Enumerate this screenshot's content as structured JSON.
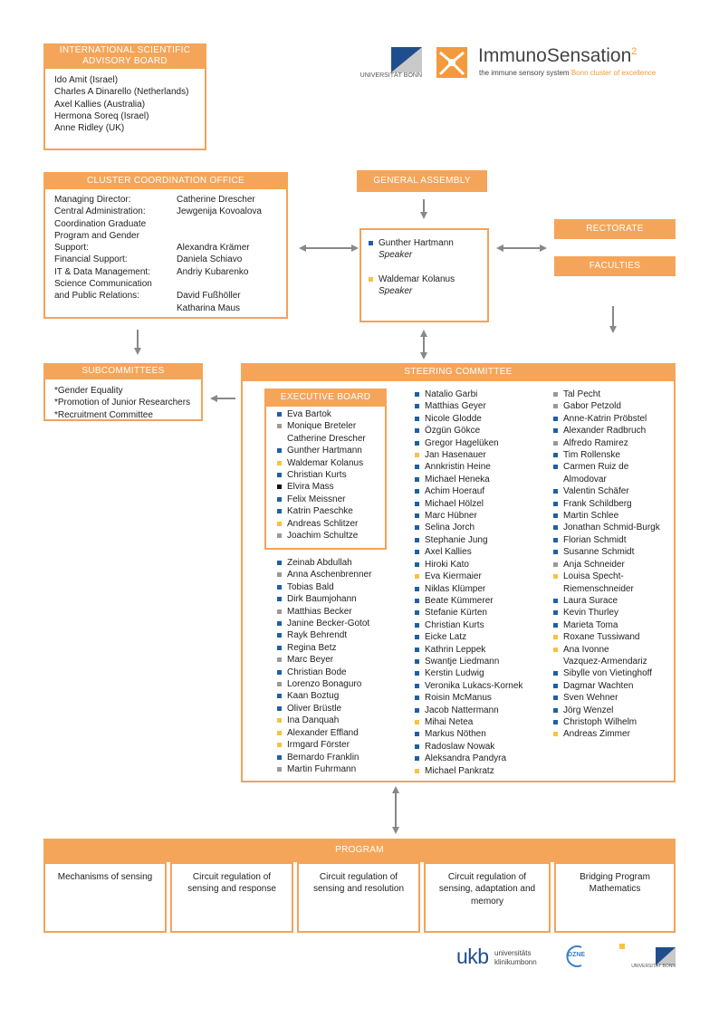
{
  "advisory_board": {
    "title": "INTERNATIONAL SCIENTIFIC ADVISORY BOARD",
    "members": [
      "Ido Amit (Israel)",
      "Charles A Dinarello (Netherlands)",
      "Axel Kallies (Australia)",
      "Hermona Soreq (Israel)",
      "Anne Ridley (UK)"
    ]
  },
  "logos": {
    "uni_bonn": "UNIVERSITÄT BONN",
    "immuno_name": "ImmunoSensation",
    "immuno_sup": "2",
    "immuno_sub1": "the immune sensory system",
    "immuno_sub2": "Bonn cluster of excellence",
    "ukb_big": "ukb",
    "ukb_small1": "universitäts",
    "ukb_small2": "klinikumbonn",
    "dzne": "DZNE",
    "uni_bonn_footer": "UNIVERSITÄT BONN"
  },
  "coordination_office": {
    "title": "CLUSTER COORDINATION OFFICE",
    "rows": [
      {
        "role": "Managing Director:",
        "name": "Catherine Drescher"
      },
      {
        "role": "Central Administration:",
        "name": "Jewgenija Kovoalova"
      },
      {
        "role": "Coordination Graduate",
        "name": ""
      },
      {
        "role": "Program and Gender",
        "name": ""
      },
      {
        "role": "Support:",
        "name": "Alexandra Krämer"
      },
      {
        "role": "Financial Support:",
        "name": "Daniela Schiavo"
      },
      {
        "role": "IT & Data Management:",
        "name": "Andriy Kubarenko"
      },
      {
        "role": "Science Communication",
        "name": ""
      },
      {
        "role": "and Public Relations:",
        "name": "David Fußhöller"
      },
      {
        "role": "",
        "name": "Katharina Maus"
      }
    ]
  },
  "general_assembly": {
    "title": "GENERAL ASSEMBLY",
    "speakers": [
      {
        "name": "Gunther Hartmann",
        "role": "Speaker",
        "color": "#1f5fa6"
      },
      {
        "name": "Waldemar Kolanus",
        "role": "Speaker",
        "color": "#f6c342"
      }
    ]
  },
  "rectorate": "RECTORATE",
  "faculties": "FACULTIES",
  "subcommittees": {
    "title": "SUBCOMMITTEES",
    "items": [
      "*Gender Equality",
      "*Promotion of Junior Researchers",
      "*Recruitment Committee"
    ]
  },
  "steering": {
    "title": "STEERING COMMITTEE",
    "executive_title": "EXECUTIVE BOARD",
    "colors": {
      "b": "#1f5fa6",
      "g": "#9a9a9a",
      "y": "#f6c342",
      "k": "#111111"
    },
    "executive": [
      {
        "n": "Eva Bartok",
        "c": "b"
      },
      {
        "n": "Monique Breteler",
        "c": "g"
      },
      {
        "n": "Catherine Drescher",
        "c": ""
      },
      {
        "n": "Gunther Hartmann",
        "c": "b"
      },
      {
        "n": "Waldemar Kolanus",
        "c": "y"
      },
      {
        "n": "Christian Kurts",
        "c": "b"
      },
      {
        "n": "Elvira Mass",
        "c": "k"
      },
      {
        "n": "Felix Meissner",
        "c": "b"
      },
      {
        "n": "Katrin Paeschke",
        "c": "b"
      },
      {
        "n": "Andreas Schlitzer",
        "c": "y"
      },
      {
        "n": "Joachim Schultze",
        "c": "g"
      }
    ],
    "col1": [
      {
        "n": "Zeinab Abdullah",
        "c": "b"
      },
      {
        "n": "Anna Aschenbrenner",
        "c": "g"
      },
      {
        "n": "Tobias Bald",
        "c": "b"
      },
      {
        "n": "Dirk Baumjohann",
        "c": "b"
      },
      {
        "n": "Matthias Becker",
        "c": "g"
      },
      {
        "n": "Janine Becker-Gotot",
        "c": "b"
      },
      {
        "n": "Rayk Behrendt",
        "c": "b"
      },
      {
        "n": "Regina Betz",
        "c": "b"
      },
      {
        "n": "Marc Beyer",
        "c": "g"
      },
      {
        "n": "Christian Bode",
        "c": "b"
      },
      {
        "n": "Lorenzo Bonaguro",
        "c": "g"
      },
      {
        "n": "Kaan Boztug",
        "c": "b"
      },
      {
        "n": "Oliver Brüstle",
        "c": "b"
      },
      {
        "n": "Ina Danquah",
        "c": "y"
      },
      {
        "n": "Alexander Effland",
        "c": "y"
      },
      {
        "n": "Irmgard Förster",
        "c": "y"
      },
      {
        "n": "Bernardo Franklin",
        "c": "b"
      },
      {
        "n": "Martin Fuhrmann",
        "c": "g"
      }
    ],
    "col2": [
      {
        "n": "Natalio Garbi",
        "c": "b"
      },
      {
        "n": "Matthias Geyer",
        "c": "b"
      },
      {
        "n": "Nicole Glodde",
        "c": "b"
      },
      {
        "n": "Özgün Gökce",
        "c": "b"
      },
      {
        "n": "Gregor Hagelüken",
        "c": "b"
      },
      {
        "n": "Jan Hasenauer",
        "c": "y"
      },
      {
        "n": "Annkristin Heine",
        "c": "b"
      },
      {
        "n": "Michael Heneka",
        "c": "b"
      },
      {
        "n": "Achim Hoerauf",
        "c": "b"
      },
      {
        "n": "Michael Hölzel",
        "c": "b"
      },
      {
        "n": "Marc Hübner",
        "c": "b"
      },
      {
        "n": "Selina Jorch",
        "c": "b"
      },
      {
        "n": "Stephanie Jung",
        "c": "b"
      },
      {
        "n": "Axel Kallies",
        "c": "b"
      },
      {
        "n": "Hiroki Kato",
        "c": "b"
      },
      {
        "n": "Eva Kiermaier",
        "c": "y"
      },
      {
        "n": "Niklas Klümper",
        "c": "b"
      },
      {
        "n": "Beate Kümmerer",
        "c": "b"
      },
      {
        "n": "Stefanie Kürten",
        "c": "b"
      },
      {
        "n": "Christian Kurts",
        "c": "b"
      },
      {
        "n": "Eicke Latz",
        "c": "b"
      },
      {
        "n": "Kathrin Leppek",
        "c": "b"
      },
      {
        "n": "Swantje Liedmann",
        "c": "b"
      },
      {
        "n": "Kerstin Ludwig",
        "c": "b"
      },
      {
        "n": "Veronika Lukacs-Kornek",
        "c": "b"
      },
      {
        "n": "Roisin McManus",
        "c": "b"
      },
      {
        "n": "Jacob Nattermann",
        "c": "b"
      },
      {
        "n": "Mihai Netea",
        "c": "y"
      },
      {
        "n": "Markus Nöthen",
        "c": "b"
      },
      {
        "n": "Radoslaw Nowak",
        "c": "b"
      },
      {
        "n": "Aleksandra Pandyra",
        "c": "b"
      },
      {
        "n": "Michael Pankratz",
        "c": "y"
      }
    ],
    "col3": [
      {
        "n": "Tal Pecht",
        "c": "g"
      },
      {
        "n": "Gabor Petzold",
        "c": "g"
      },
      {
        "n": "Anne-Katrin Pröbstel",
        "c": "b"
      },
      {
        "n": "Alexander Radbruch",
        "c": "b"
      },
      {
        "n": "Alfredo Ramirez",
        "c": "g"
      },
      {
        "n": "Tim Rollenske",
        "c": "b"
      },
      {
        "n": "Carmen Ruiz de",
        "c": "b"
      },
      {
        "n": "Almodovar",
        "c": ""
      },
      {
        "n": "Valentin Schäfer",
        "c": "b"
      },
      {
        "n": "Frank Schildberg",
        "c": "b"
      },
      {
        "n": "Martin Schlee",
        "c": "b"
      },
      {
        "n": "Jonathan Schmid-Burgk",
        "c": "b"
      },
      {
        "n": "Florian Schmidt",
        "c": "b"
      },
      {
        "n": "Susanne Schmidt",
        "c": "b"
      },
      {
        "n": "Anja Schneider",
        "c": "g"
      },
      {
        "n": "Louisa Specht-",
        "c": "y"
      },
      {
        "n": "Riemenschneider",
        "c": ""
      },
      {
        "n": "Laura Surace",
        "c": "b"
      },
      {
        "n": "Kevin Thurley",
        "c": "b"
      },
      {
        "n": "Marieta Toma",
        "c": "b"
      },
      {
        "n": "Roxane Tussiwand",
        "c": "y"
      },
      {
        "n": "Ana Ivonne",
        "c": "y"
      },
      {
        "n": "Vazquez-Armendariz",
        "c": ""
      },
      {
        "n": "Sibylle von Vietinghoff",
        "c": "b"
      },
      {
        "n": "Dagmar Wachten",
        "c": "b"
      },
      {
        "n": "Sven Wehner",
        "c": "b"
      },
      {
        "n": "Jörg Wenzel",
        "c": "b"
      },
      {
        "n": "Christoph Wilhelm",
        "c": "b"
      },
      {
        "n": "Andreas Zimmer",
        "c": "y"
      }
    ]
  },
  "program": {
    "title": "PROGRAM",
    "items": [
      "Mechanisms of sensing",
      "Circuit regulation of sensing and response",
      "Circuit regulation of sensing and resolution",
      "Circuit regulation of sensing, adaptation and memory",
      "Bridging Program Mathematics"
    ]
  }
}
